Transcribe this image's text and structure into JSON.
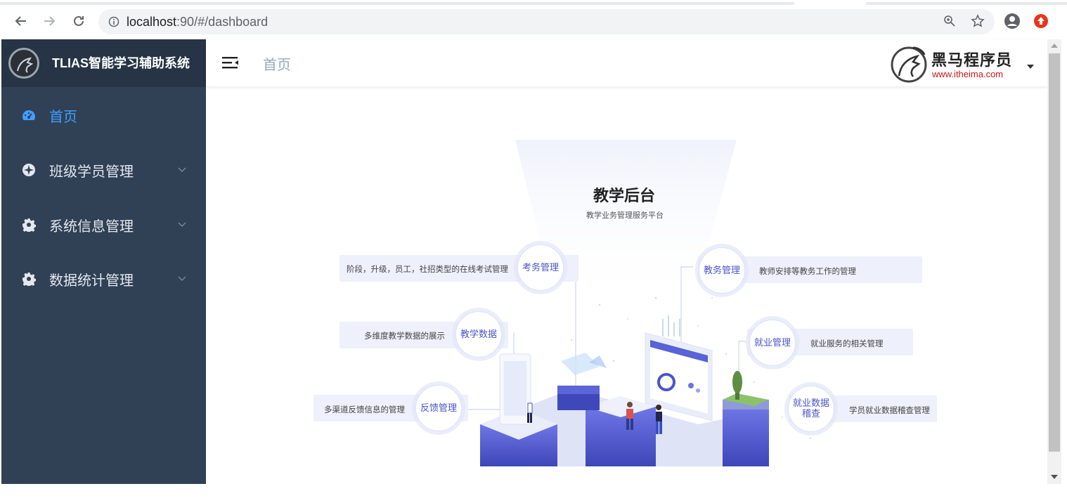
{
  "browser": {
    "url_host": "localhost",
    "url_path": ":90/#/dashboard"
  },
  "sidebar": {
    "title": "TLIAS智能学习辅助系统",
    "items": [
      {
        "label": "首页",
        "icon": "dashboard-icon",
        "active": true
      },
      {
        "label": "班级学员管理",
        "icon": "compass-icon",
        "expandable": true
      },
      {
        "label": "系统信息管理",
        "icon": "gear-icon",
        "expandable": true
      },
      {
        "label": "数据统计管理",
        "icon": "gear-icon",
        "expandable": true
      }
    ]
  },
  "navbar": {
    "breadcrumb": "首页",
    "brand_name": "黑马程序员",
    "brand_url": "www.itheima.com"
  },
  "illustration": {
    "title": "教学后台",
    "subtitle": "教学业务管理服务平台",
    "features": [
      {
        "label": "考务管理",
        "desc": "阶段，升级，员工，社招类型的在线考试管理"
      },
      {
        "label": "教务管理",
        "desc": "教师安排等教务工作的管理"
      },
      {
        "label": "教学数据",
        "desc": "多维度教学数据的展示"
      },
      {
        "label": "就业管理",
        "desc": "就业服务的相关管理"
      },
      {
        "label": "反馈管理",
        "desc": "多渠道反馈信息的管理"
      },
      {
        "label": "就业数据稽查",
        "desc": "学员就业数据稽查管理"
      }
    ]
  },
  "colors": {
    "sidebar_bg": "#304156",
    "logo_bg": "#263445",
    "accent": "#409eff",
    "feature_text": "#4b55c8"
  }
}
